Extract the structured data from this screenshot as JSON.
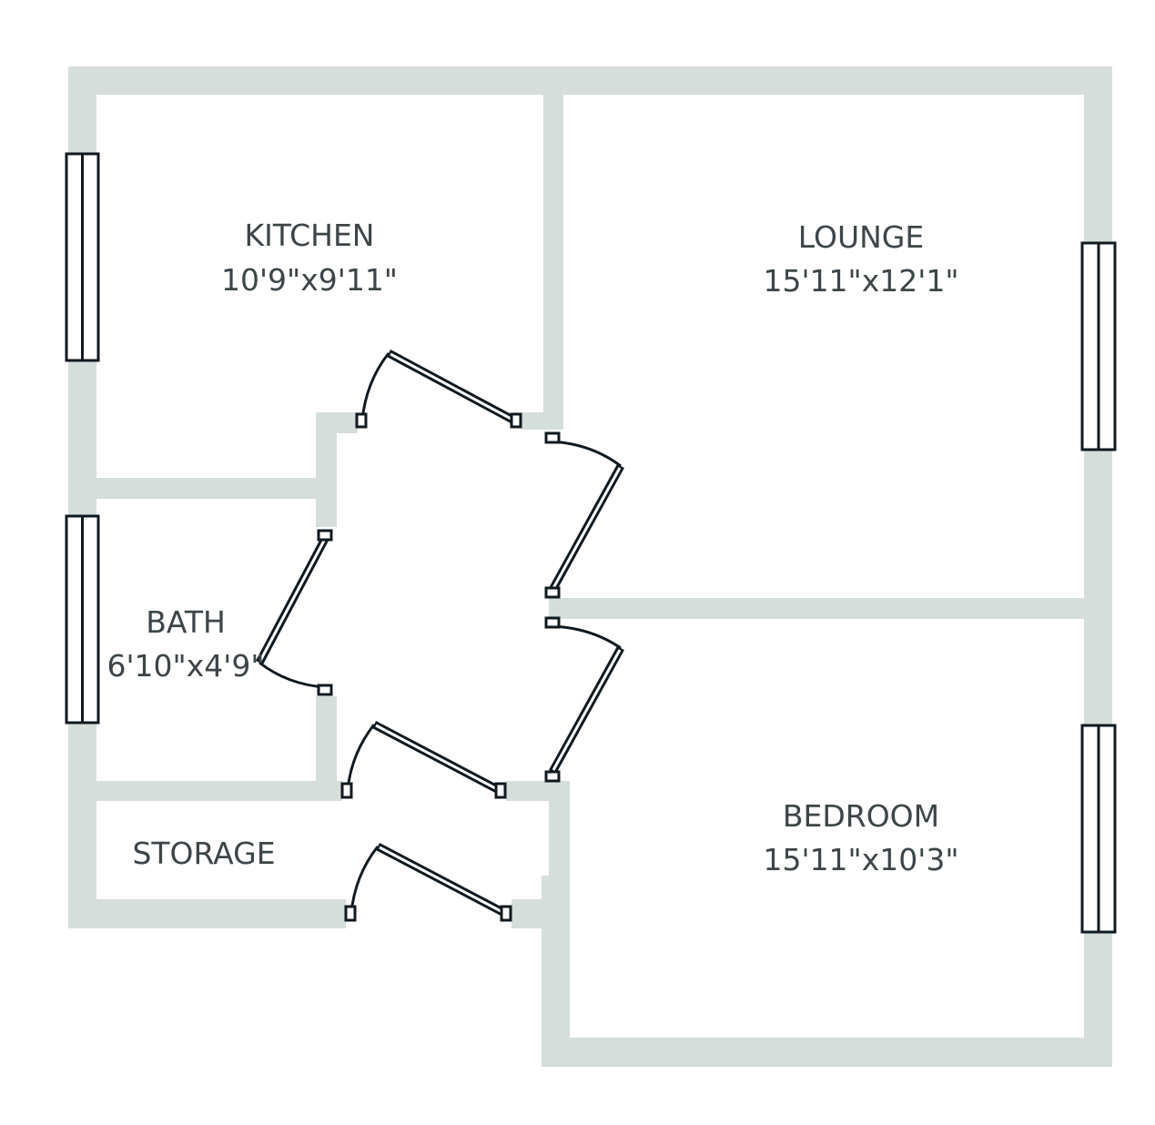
{
  "floorplan": {
    "rooms": [
      {
        "name": "KITCHEN",
        "size": "10'9\"x9'11\""
      },
      {
        "name": "LOUNGE",
        "size": "15'11\"x12'1\""
      },
      {
        "name": "BATH",
        "size": "6'10\"x4'9\""
      },
      {
        "name": "STORAGE"
      },
      {
        "name": "BEDROOM",
        "size": "15'11\"x10'3\""
      }
    ],
    "colors": {
      "wall": "#d5dedb",
      "text": "#3d4548",
      "line": "#0f1a20"
    }
  }
}
